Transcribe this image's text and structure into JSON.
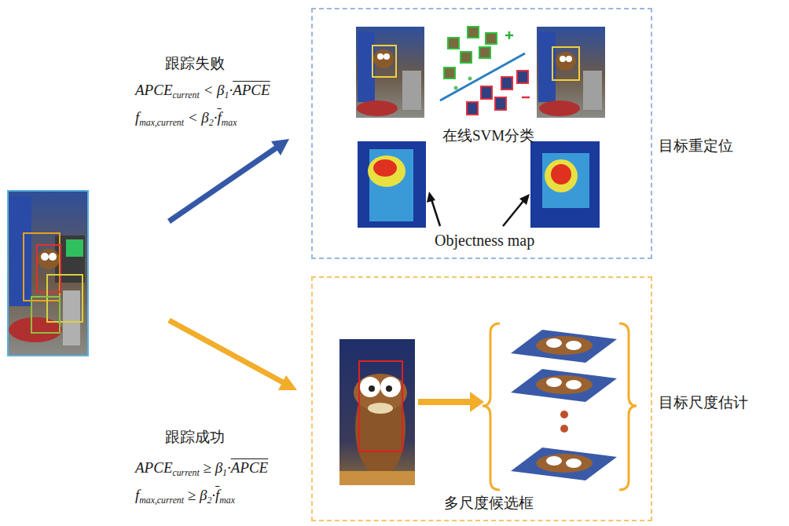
{
  "diagram": {
    "nodes": [
      {
        "text": [
          "在线SVM分类",
          "Objectness map",
          "目标重定位"
        ]
      },
      {
        "text": [
          "多尺度候选框",
          "目标尺度估计"
        ]
      }
    ],
    "labels": [
      "跟踪失败",
      "APCEcurrent < β1·APCE",
      "fmax,current < β2·fmax",
      "跟踪成功",
      "APCEcurrent ≥ β1·APCE",
      "fmax,current ≥ β2·fmax"
    ]
  }
}
